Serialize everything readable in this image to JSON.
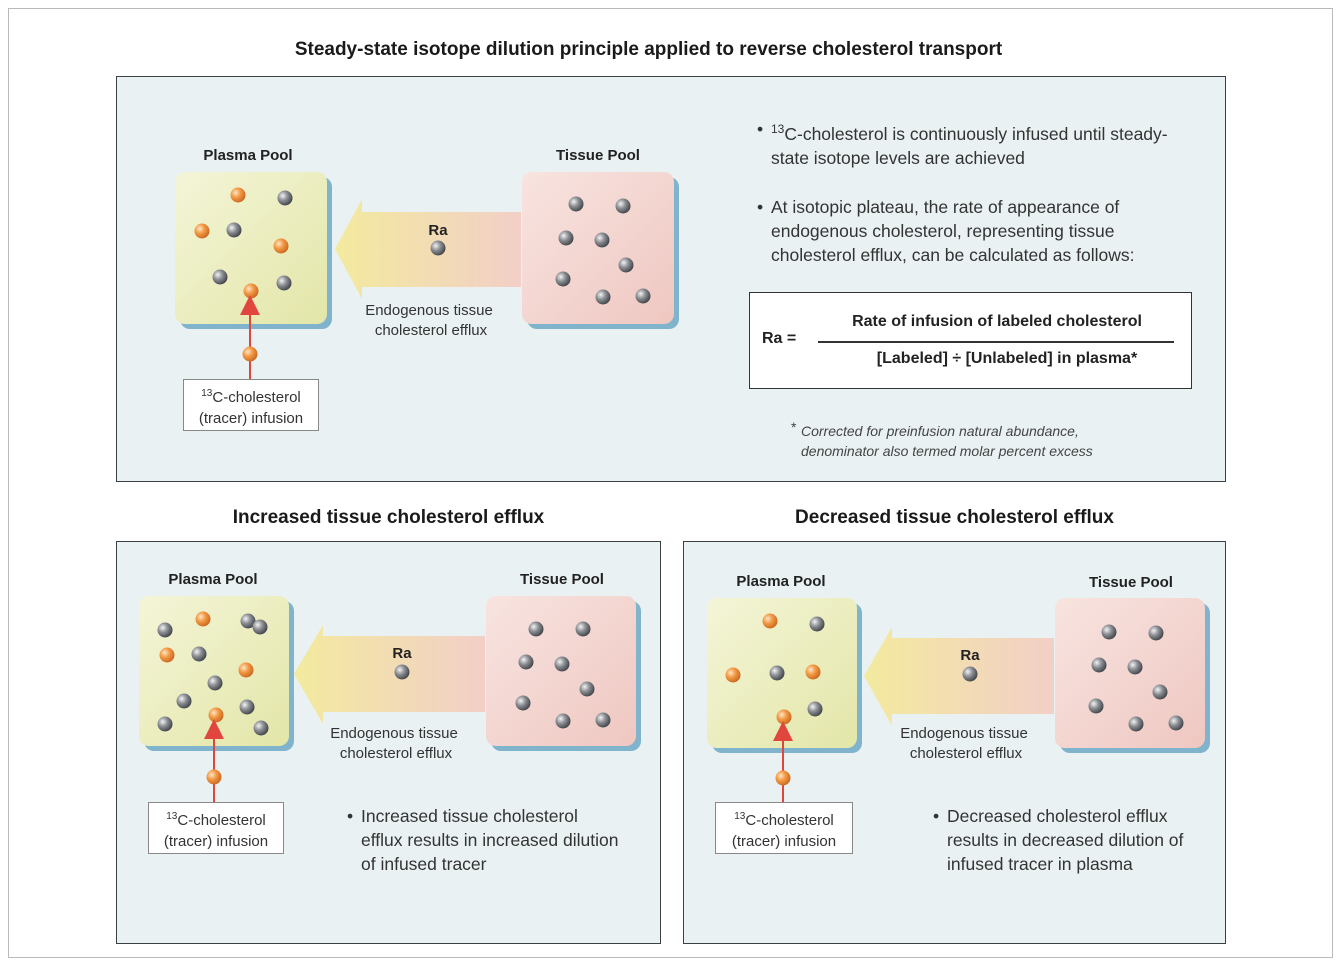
{
  "main_title": "Steady-state isotope dilution principle applied to reverse cholesterol transport",
  "top_panel": {
    "plasma_label": "Plasma Pool",
    "tissue_label": "Tissue Pool",
    "ra_label": "Ra",
    "efflux_line1": "Endogenous tissue",
    "efflux_line2": "cholesterol efflux",
    "tracer_sup": "13",
    "tracer_line1": "C-cholesterol",
    "tracer_line2": "(tracer) infusion",
    "bullet1_sup": "13",
    "bullet1_text": "C-cholesterol is continuously infused until steady-state isotope levels are achieved",
    "bullet2_text": "At isotopic plateau, the rate of appearance of endogenous cholesterol, representing tissue cholesterol efflux, can be calculated as follows:",
    "formula_lhs": "Ra =",
    "formula_numerator": "Rate of infusion of labeled cholesterol",
    "formula_denominator": "[Labeled] ÷ [Unlabeled] in plasma*",
    "footnote_star": "*",
    "footnote_line1": "Corrected for preinfusion natural abundance,",
    "footnote_line2": "denominator also termed molar percent excess"
  },
  "left_panel": {
    "title": "Increased tissue cholesterol efflux",
    "plasma_label": "Plasma Pool",
    "tissue_label": "Tissue Pool",
    "ra_label": "Ra",
    "efflux_line1": "Endogenous tissue",
    "efflux_line2": "cholesterol efflux",
    "tracer_sup": "13",
    "tracer_line1": "C-cholesterol",
    "tracer_line2": "(tracer) infusion",
    "bullet_text": "Increased tissue cholesterol efflux results in increased dilution of infused tracer"
  },
  "right_panel": {
    "title": "Decreased tissue cholesterol efflux",
    "plasma_label": "Plasma Pool",
    "tissue_label": "Tissue Pool",
    "ra_label": "Ra",
    "efflux_line1": "Endogenous tissue",
    "efflux_line2": "cholesterol efflux",
    "tracer_sup": "13",
    "tracer_line1": "C-cholesterol",
    "tracer_line2": "(tracer) infusion",
    "bullet_text": "Decreased cholesterol efflux results in decreased dilution of infused tracer in plasma"
  },
  "colors": {
    "labeled_ball": "#f0923a",
    "unlabeled_ball": "#8a8d92",
    "infusion_arrow": "#e0463e",
    "plasma_fill": "#eef0c4",
    "tissue_fill": "#f3d3cf",
    "efflux_arrow": "#f4e8a8",
    "panel_bg": "#e9f1f3"
  }
}
